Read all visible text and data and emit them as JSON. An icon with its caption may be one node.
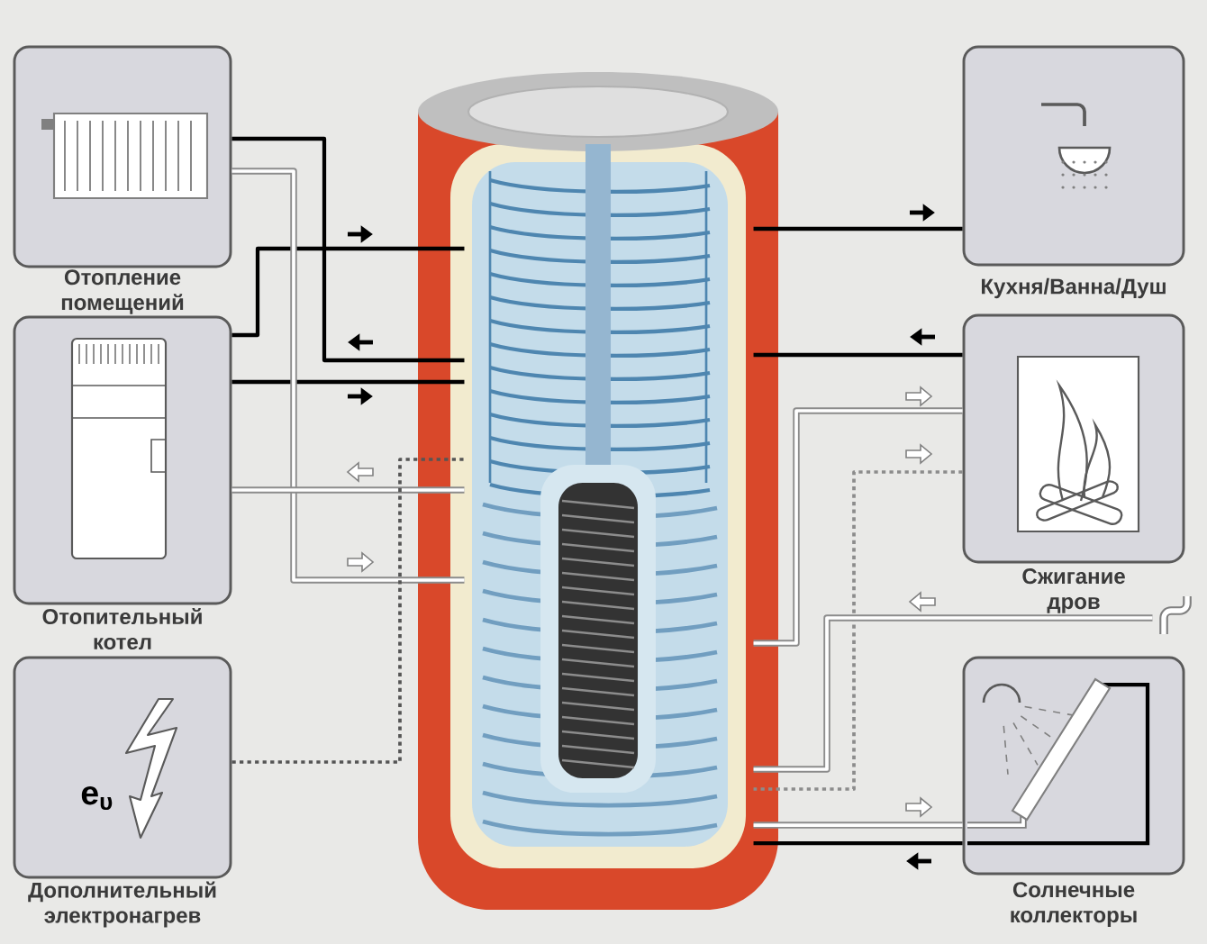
{
  "diagram": {
    "nodes": [
      {
        "text": [
          "Отопление помещений"
        ]
      },
      {
        "text": [
          "Отопительный котел"
        ]
      },
      {
        "text": [
          "Дополнительный электронагрев"
        ]
      },
      {
        "text": [
          "Кухня/Ванна/Душ"
        ]
      },
      {
        "text": [
          "Сжигание дров"
        ]
      },
      {
        "text": [
          "Солнечные коллекторы"
        ]
      },
      {
        "text": [],
        "shape": "cylinder"
      },
      {
        "text": [],
        "shape": "picture"
      }
    ],
    "edges": [
      {
        "from": 0,
        "to": 6,
        "arrow": "none"
      },
      {
        "from": 1,
        "to": 6,
        "arrow": "none"
      },
      {
        "from": 1,
        "to": 6,
        "arrow": "none"
      },
      {
        "from": 0,
        "to": 6,
        "arrow": "none",
        "color": "#8c8c8c"
      },
      {
        "from": 1,
        "to": 6,
        "arrow": "none",
        "color": "#8c8c8c"
      },
      {
        "from": 2,
        "to": 6,
        "arrow": "none",
        "style": "dashed",
        "color": "#555555"
      },
      {
        "from": 6,
        "to": 3,
        "arrow": "none"
      },
      {
        "from": 4,
        "to": 6,
        "arrow": "none"
      },
      {
        "from": 4,
        "to": 6,
        "arrow": "none",
        "color": "#8c8c8c"
      },
      {
        "from": 4,
        "to": 6,
        "arrow": "none",
        "style": "dashed",
        "color": "#8c8c8c"
      },
      {
        "from": 7,
        "to": 6,
        "arrow": "none",
        "color": "#8c8c8c"
      },
      {
        "from": 5,
        "to": 6,
        "arrow": "none",
        "color": "#8c8c8c"
      },
      {
        "from": 5,
        "to": 6,
        "arrow": "none"
      }
    ],
    "labels": [
      "e$_{υ}$"
    ]
  }
}
